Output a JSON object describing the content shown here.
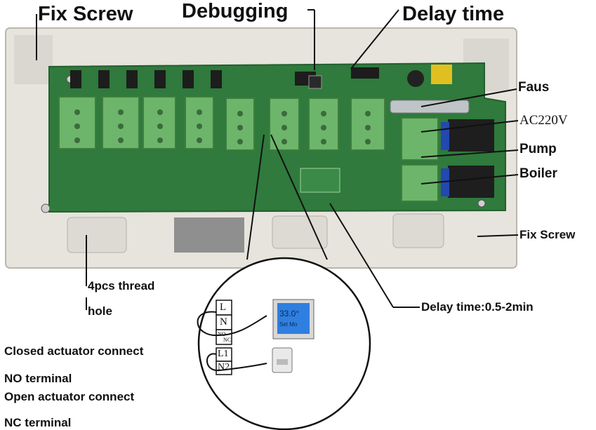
{
  "labels": {
    "fix_screw_top": "Fix Screw",
    "debugging": "Debugging",
    "delay_time": "Delay time",
    "faus": "Faus",
    "ac220v": "AC220V",
    "pump": "Pump",
    "boiler": "Boiler",
    "fix_screw_right": "Fix Screw",
    "thread_hole_line1": "4pcs thread",
    "thread_hole_line2": "hole",
    "delay_range": "Delay time:0.5-2min",
    "closed_actuator": "Closed actuator connect",
    "no_terminal": "NO terminal",
    "open_actuator": "Open actuator connect",
    "nc_terminal": "NC terminal"
  },
  "inset": {
    "terminal_letters": [
      "L",
      "N",
      "NO",
      "NC"
    ],
    "terminal2_letters": [
      "L1",
      "N2"
    ],
    "thermostat_reading": "33.0°",
    "thermostat_sub": "Set  Mo"
  },
  "colors": {
    "pcb": "#2f7a3c",
    "terminal": "#6cb56a",
    "enclosure": "#e6e4dc",
    "thermostat_screen": "#2f7fe0"
  }
}
